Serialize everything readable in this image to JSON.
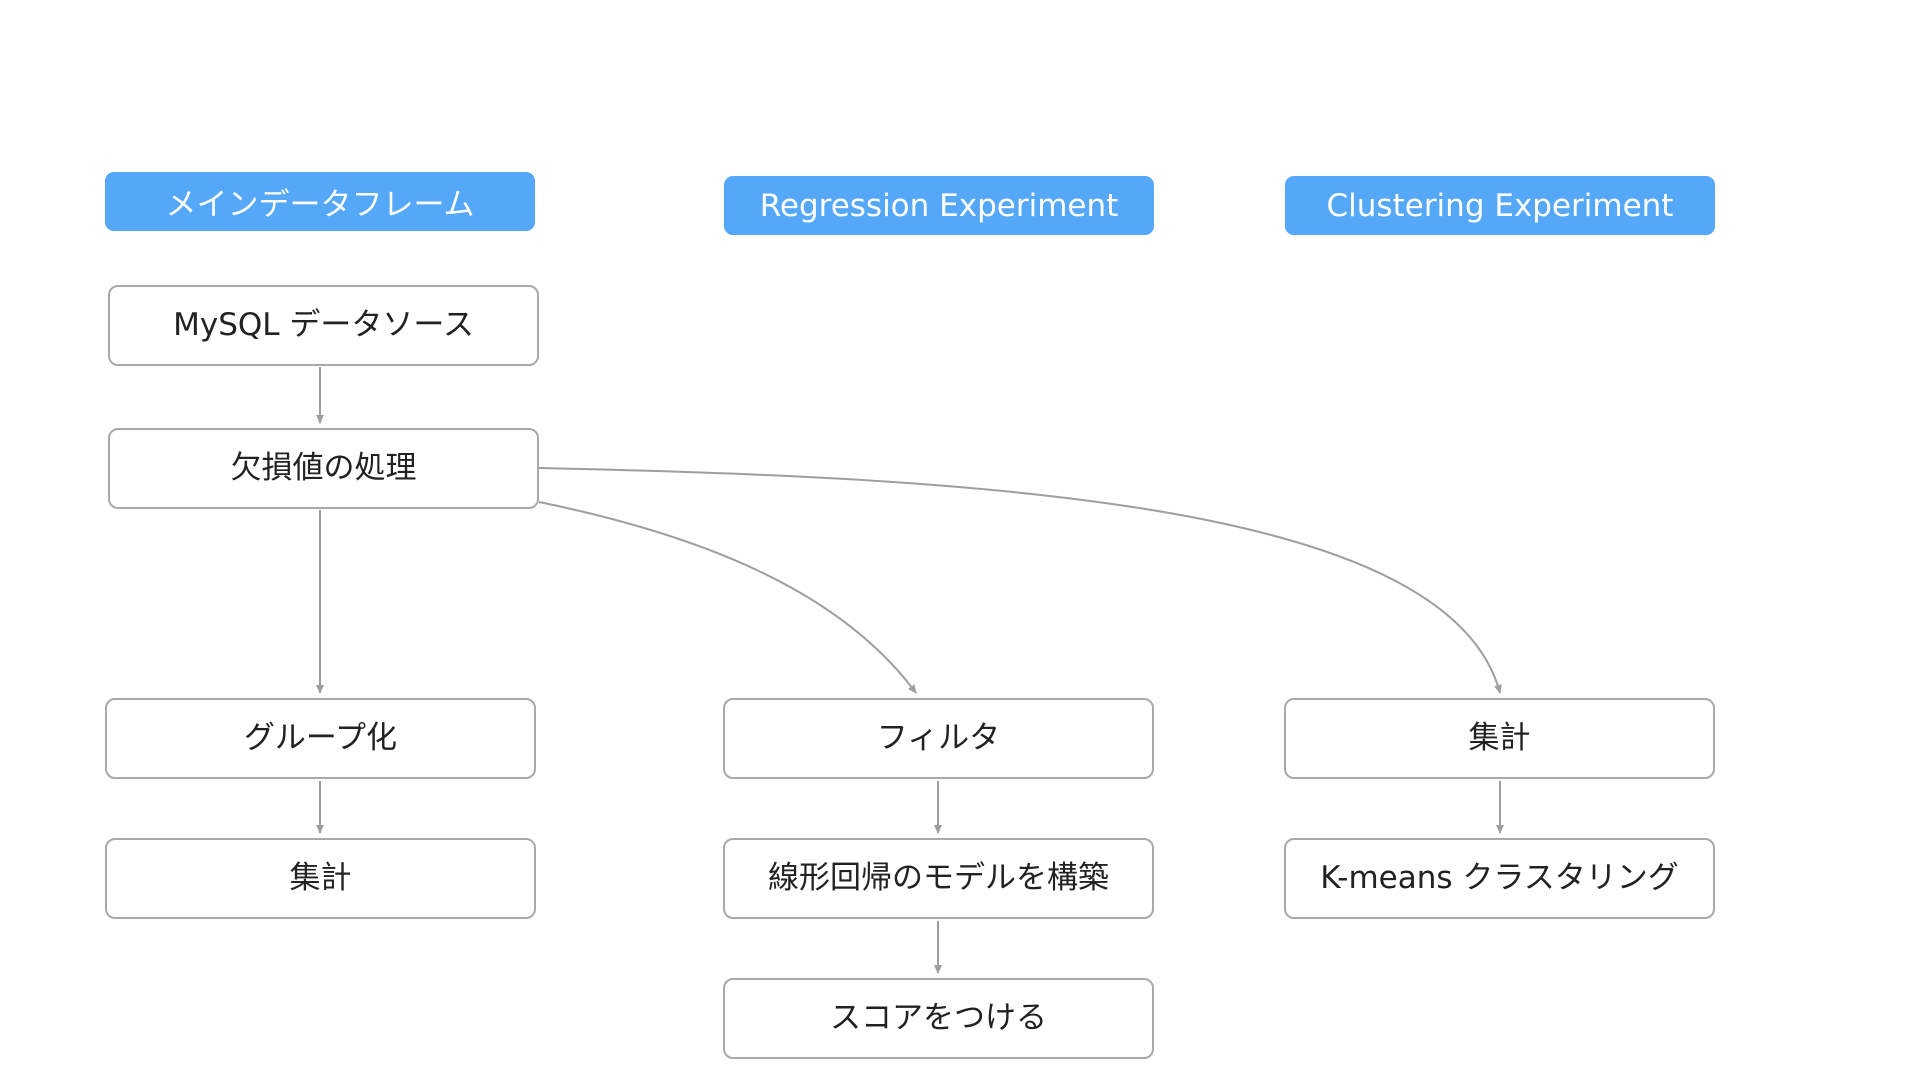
{
  "columns": {
    "main": "メインデータフレーム",
    "regression": "Regression Experiment",
    "clustering": "Clustering Experiment"
  },
  "nodes": {
    "mysql_source": "MySQL データソース",
    "missing_values": "欠損値の処理",
    "grouping": "グループ化",
    "aggregation_main": "集計",
    "filter": "フィルタ",
    "linear_model": "線形回帰のモデルを構築",
    "scoring": "スコアをつける",
    "aggregation_clustering": "集計",
    "kmeans": "K-means クラスタリング"
  },
  "colors": {
    "header_fill": "#55a7f7",
    "node_border": "#a9a9a9",
    "edge": "#9e9e9e"
  }
}
